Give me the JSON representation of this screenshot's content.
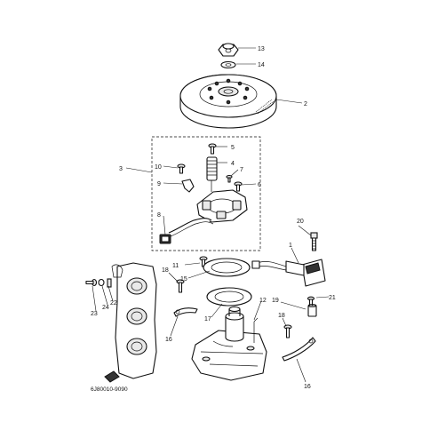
{
  "diagram_code": "6J80010-9090",
  "callouts": {
    "c1": "1",
    "c2": "2",
    "c3": "3",
    "c4": "4",
    "c5": "5",
    "c6": "6",
    "c7": "7",
    "c8": "8",
    "c9": "9",
    "c10": "10",
    "c11": "11",
    "c12": "12",
    "c13": "13",
    "c14": "14",
    "c15": "15",
    "c16a": "16",
    "c16b": "16",
    "c17": "17",
    "c18a": "18",
    "c18b": "18",
    "c19": "19",
    "c20": "20",
    "c21": "21",
    "c22": "22",
    "c23": "23",
    "c24": "24"
  }
}
